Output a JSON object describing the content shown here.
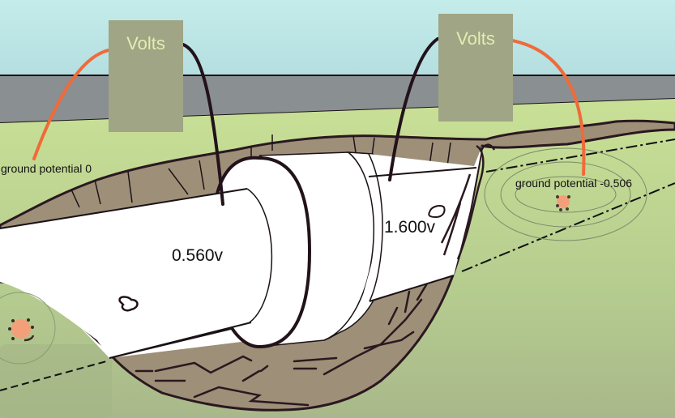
{
  "meters": [
    {
      "label": "Volts"
    },
    {
      "label": "Volts"
    }
  ],
  "readings": {
    "pipe_left": "0.560v",
    "pipe_right": "1.600v"
  },
  "ground_labels": {
    "left": "ground potential 0",
    "right": "ground potential -0.506"
  },
  "colors": {
    "sky": "#bfe6e6",
    "road": "#8a8f92",
    "grass": "#c6dc95",
    "soil": "#9e8f78",
    "pipe": "#ffffff",
    "meter": "#9fa585",
    "meter_text": "#e4eeb0",
    "ground_lead": "#f06a3a",
    "pipe_lead": "#22121a"
  }
}
